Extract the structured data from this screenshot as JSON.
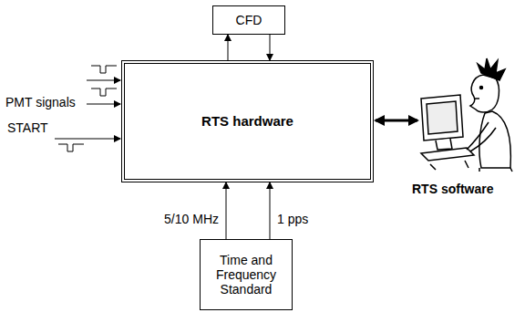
{
  "diagram": {
    "nodes": [
      {
        "text": [
          "CFD"
        ]
      },
      {
        "text": [
          "RTS hardware"
        ]
      },
      {
        "text": [
          "Time and Frequency Standard"
        ]
      }
    ],
    "edges": [
      {
        "from": 1,
        "to": 0,
        "arrow": "to"
      },
      {
        "from": 0,
        "to": 1,
        "arrow": "to"
      },
      {
        "from": 2,
        "to": 1,
        "arrow": "to",
        "label": "5/10 MHz"
      },
      {
        "from": 2,
        "to": 1,
        "arrow": "to",
        "label": "1 pps"
      }
    ],
    "labels": [
      "PMT signals",
      "START",
      "RTS software"
    ]
  }
}
